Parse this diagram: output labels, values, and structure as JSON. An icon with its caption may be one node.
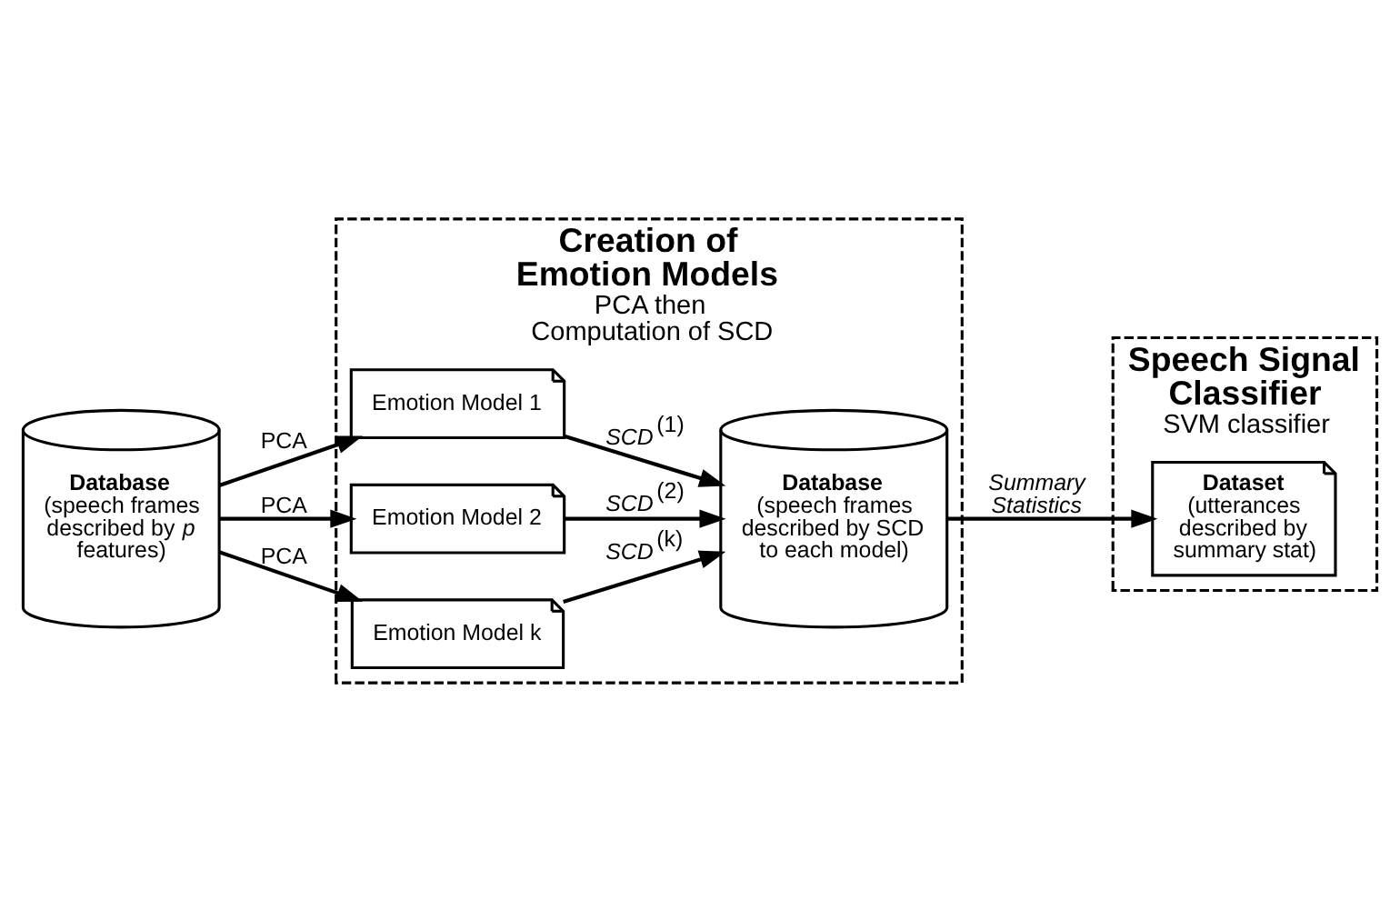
{
  "diagram": {
    "nodes": [
      {
        "text": [
          "Creation of Emotion Models",
          "PCA then Computation of SCD"
        ]
      },
      {
        "text": [
          "Speech Signal Classifier",
          "SVM classifier"
        ]
      },
      {
        "text": [
          "Database",
          "(speech frames described by *p* features)"
        ]
      },
      {
        "text": [
          "Emotion Model 1"
        ],
        "in": 0
      },
      {
        "text": [
          "Emotion Model 2"
        ],
        "in": 0
      },
      {
        "text": [
          "Emotion Model k"
        ],
        "in": 0
      },
      {
        "text": [
          "Database",
          "(speech frames described by SCD to each model)"
        ],
        "in": 0
      },
      {
        "text": [
          "Dataset",
          "(utterances described by summary stat)"
        ],
        "in": 1
      }
    ],
    "edges": [
      {
        "from": 2,
        "to": 3,
        "arrow": "to",
        "label": "PCA"
      },
      {
        "from": 2,
        "to": 4,
        "arrow": "to",
        "label": "PCA"
      },
      {
        "from": 2,
        "to": 5,
        "arrow": "to",
        "label": "PCA"
      },
      {
        "from": 3,
        "to": 6,
        "arrow": "to",
        "label": "*SCD*$^{(1)}$"
      },
      {
        "from": 4,
        "to": 6,
        "arrow": "to",
        "label": "*SCD*$^{(2)}$"
      },
      {
        "from": 5,
        "to": 6,
        "arrow": "to",
        "label": "*SCD*$^{(k)}$"
      },
      {
        "from": 6,
        "to": 7,
        "arrow": "to",
        "label": "*Summary Statistics*"
      }
    ]
  }
}
